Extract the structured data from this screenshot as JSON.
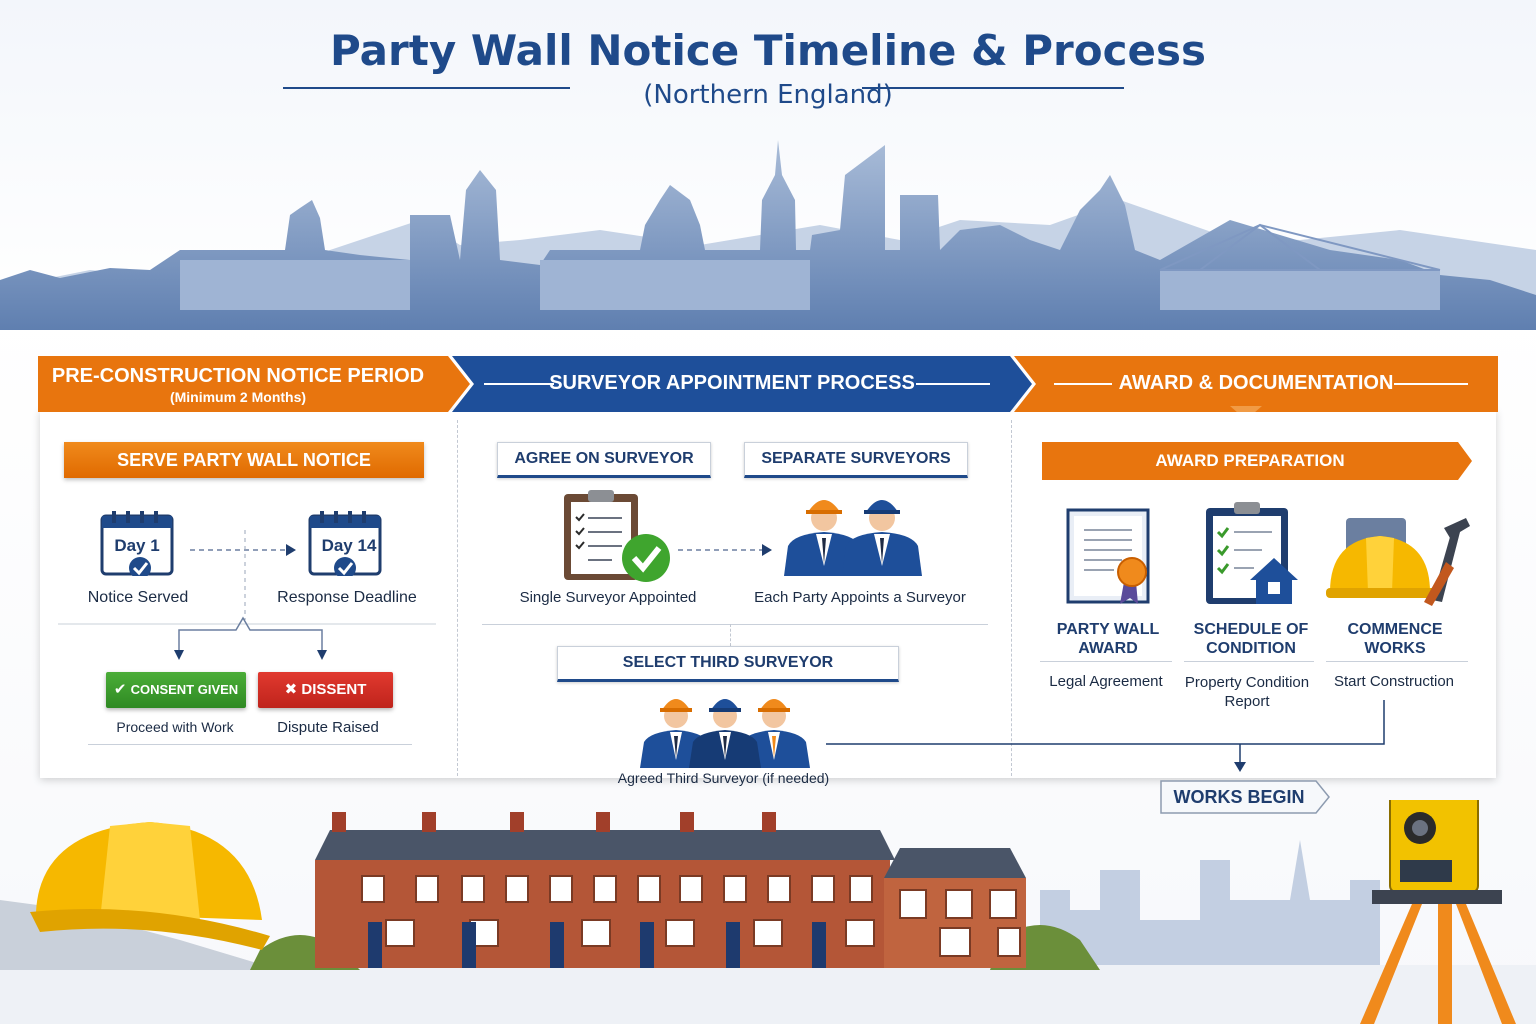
{
  "header": {
    "title": "Party Wall Notice Timeline & Process",
    "subtitle": "(Northern England)"
  },
  "phases": [
    {
      "title": "PRE-CONSTRUCTION NOTICE PERIOD",
      "subtitle": "(Minimum 2 Months)"
    },
    {
      "title": "SURVEYOR APPOINTMENT PROCESS"
    },
    {
      "title": "AWARD & DOCUMENTATION"
    }
  ],
  "notice": {
    "box": "SERVE PARTY WALL NOTICE",
    "day1": "Day 1",
    "day1_label": "Notice Served",
    "day14": "Day 14",
    "day14_label": "Response Deadline",
    "consent": "CONSENT GIVEN",
    "consent_label": "Proceed with Work",
    "dissent": "DISSENT",
    "dissent_label": "Dispute Raised"
  },
  "surveyor": {
    "agree": "AGREE ON SURVEYOR",
    "agree_label": "Single Surveyor Appointed",
    "separate": "SEPARATE SURVEYORS",
    "separate_label": "Each Party Appoints a Surveyor",
    "third": "SELECT THIRD SURVEYOR",
    "third_label": "Agreed Third Surveyor (if needed)"
  },
  "award": {
    "box": "AWARD PREPARATION",
    "items": [
      {
        "title": "PARTY WALL AWARD",
        "label": "Legal Agreement"
      },
      {
        "title": "SCHEDULE OF CONDITION",
        "label": "Property Condition Report"
      },
      {
        "title": "COMMENCE WORKS",
        "label": "Start Construction"
      }
    ]
  },
  "works_begin": "WORKS BEGIN",
  "colors": {
    "navy": "#1f4a8a",
    "orange": "#e8750e",
    "green": "#3a9a2c",
    "red": "#d22f27"
  }
}
